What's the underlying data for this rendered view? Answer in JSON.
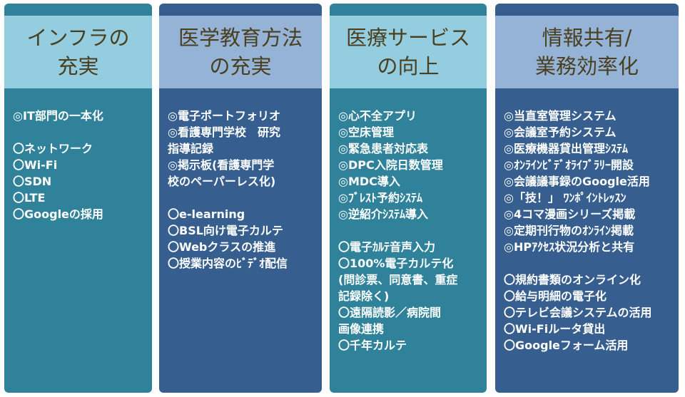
{
  "columns": [
    {
      "title": "インフラの\n充実",
      "groups": [
        [
          "◎IT部門の一本化"
        ],
        [
          "〇ネットワーク",
          "〇Wi-Fi",
          "〇SDN",
          "〇LTE",
          "〇Googleの採用"
        ]
      ]
    },
    {
      "title": "医学教育方法\nの充実",
      "groups": [
        [
          "◎電子ポートフォリオ",
          "◎看護専門学校　研究",
          "指導記録",
          "◎掲示板(看護専門学",
          "校のペーパーレス化)"
        ],
        [
          "〇e-learning",
          "〇BSL向け電子カルテ",
          "〇Webクラスの推進",
          "〇授業内容のﾋﾞﾃﾞｵ配信"
        ]
      ]
    },
    {
      "title": "医療サービス\nの向上",
      "groups": [
        [
          "◎心不全アプリ",
          "◎空床管理",
          "◎緊急患者対応表",
          "◎DPC入院日数管理",
          "◎MDC導入",
          "◎ﾌﾞﾚｽﾄ予約ｼｽﾃﾑ",
          "◎逆紹介ｼｽﾃﾑ導入"
        ],
        [
          "〇電子ｶﾙﾃ音声入力",
          "〇100%電子カルテ化",
          "(問診票、同意書、重症",
          "記録除く)",
          "〇遠隔読影／病院間",
          "画像連携",
          "〇千年カルテ"
        ]
      ]
    },
    {
      "title": "情報共有/\n業務効率化",
      "groups": [
        [
          "◎当直室管理システム",
          "◎会議室予約システム",
          "◎医療機器貸出管理ｼｽﾃﾑ",
          "◎ｵﾝﾗｲﾝﾋﾞﾃﾞｵﾗｲﾌﾞﾗﾘｰ開設",
          "◎会議議事録のGoogle活用",
          "◎「技！」 ﾜﾝﾎﾟｲﾝﾄﾚｯｽﾝ",
          "◎4コマ漫画シリーズ掲載",
          "◎定期刊行物のｵﾝﾗｲﾝ掲載",
          "◎HPｱｸｾｽ状況分析と共有"
        ],
        [
          "〇規約書類のオンライン化",
          "〇給与明細の電子化",
          "〇テレビ会議システムの活用",
          "〇Wi-Fiルータ貸出",
          "〇Googleフォーム活用"
        ]
      ]
    }
  ]
}
